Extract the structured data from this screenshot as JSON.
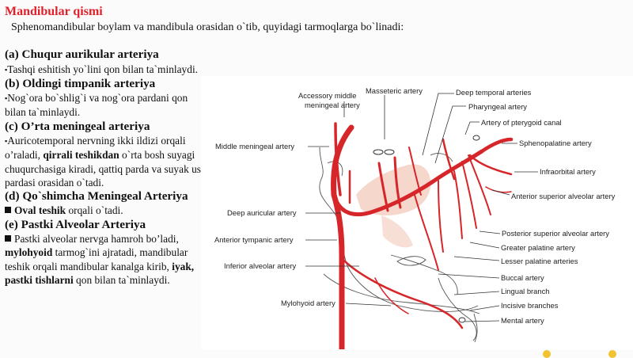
{
  "title": "Mandibular qismi",
  "intro": "Sphenomandibular boylam va mandibula orasidan o`tib, quyidagi tarmoqlarga bo`linadi:",
  "sections": [
    {
      "heading": "(a) Chuqur aurikular arteriya",
      "bullet": "▪",
      "parts": [
        "Tashqi eshitish yo`lini qon bilan ta`minlaydi."
      ]
    },
    {
      "heading": "(b) Oldingi timpanik arteriya",
      "bullet": "▪",
      "parts": [
        "Nog`ora bo`shlig`i va nog`ora pardani qon bilan ta`minlaydi."
      ]
    },
    {
      "heading": "(c) O’rta meningeal arteriya",
      "bullet": "▪",
      "parts": [
        "Auricotemporal nervning ikki ildizi orqali o’raladi, ",
        "qirrali teshikdan",
        " o`rta bosh suyagi chuqurchasiga kiradi, qattiq parda va suyak usti pardasi orasidan o`tadi."
      ]
    },
    {
      "heading": "(d) Qo`shimcha Meningeal Arteriya",
      "parts": [
        "Oval teshik",
        " orqali o`tadi."
      ]
    },
    {
      "heading": "(e) Pastki Alveolar Arteriya",
      "parts": [
        "Pastki alveolar nervga hamroh bo’ladi, ",
        "mylohyoid",
        " tarmog`ini ajratadi, mandibular teshik orqali mandibular kanalga kirib, ",
        "iyak, pastki tishlarni",
        " qon bilan ta`minlaydi."
      ]
    }
  ],
  "diagram": {
    "labels": {
      "accessory_middle_1": "Accessory middle",
      "accessory_middle_2": "meningeal artery",
      "masseteric": "Masseteric artery",
      "deep_temporal": "Deep temporal arteries",
      "pharyngeal": "Pharyngeal artery",
      "pterygoid_canal": "Artery of pterygoid canal",
      "middle_meningeal": "Middle meningeal artery",
      "sphenopalatine": "Sphenopalatine artery",
      "infraorbital": "Infraorbital artery",
      "anterior_superior_alveolar": "Anterior superior alveolar artery",
      "deep_auricular": "Deep auricular artery",
      "posterior_superior_alveolar": "Posterior superior alveolar artery",
      "anterior_tympanic": "Anterior tympanic artery",
      "greater_palatine": "Greater palatine artery",
      "lesser_palatine": "Lesser palatine arteries",
      "inferior_alveolar": "Inferior alveolar artery",
      "buccal": "Buccal artery",
      "lingual_branch": "Lingual branch",
      "mylohyoid": "Mylohyoid artery",
      "incisive": "Incisive branches",
      "mental": "Mental artery"
    },
    "colors": {
      "artery": "#d7262a",
      "tissue": "#f3c9b9",
      "outline": "#555555"
    }
  }
}
